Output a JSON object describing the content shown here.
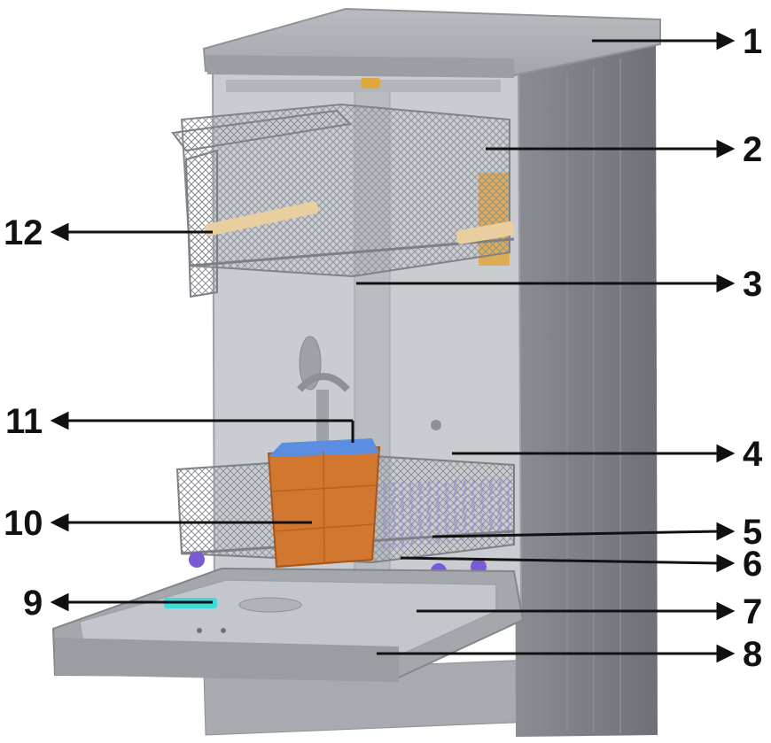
{
  "callouts": [
    {
      "label": "1"
    },
    {
      "label": "2"
    },
    {
      "label": "3"
    },
    {
      "label": "4"
    },
    {
      "label": "5"
    },
    {
      "label": "6"
    },
    {
      "label": "7"
    },
    {
      "label": "8"
    },
    {
      "label": "9"
    },
    {
      "label": "10"
    },
    {
      "label": "11"
    },
    {
      "label": "12"
    }
  ],
  "colors": {
    "body": "#a9adb2",
    "side": "#7f8389",
    "cavity": "#c9ccd0",
    "rack": "#8d9196",
    "basket": "#d2772f",
    "basket_lid": "#5b8ee0",
    "rails": "#e7c48a",
    "tines": "#9a90d8",
    "wheel": "#7a5ad6",
    "dispenser": "#3fd9d9",
    "arrow": "#111111"
  }
}
